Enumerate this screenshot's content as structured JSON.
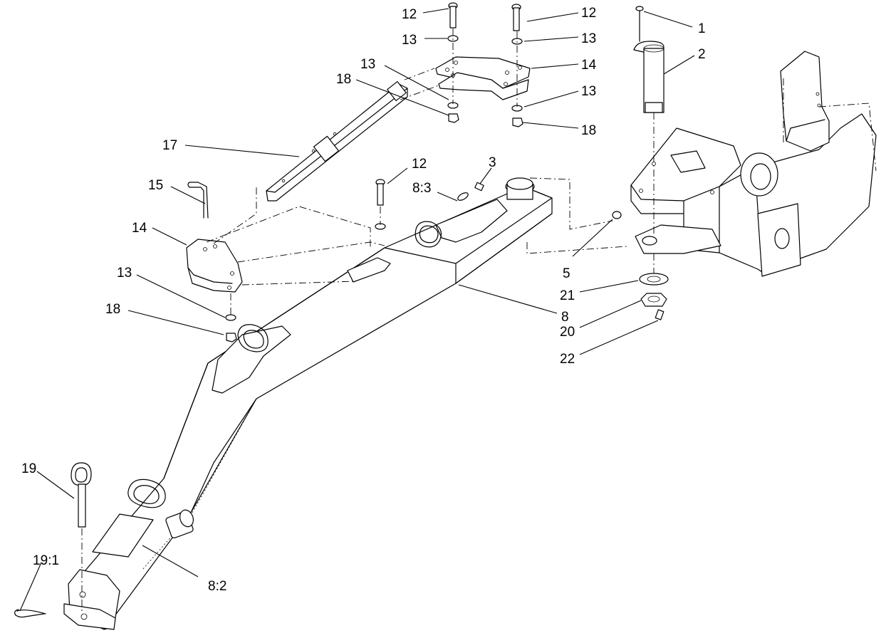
{
  "diagram": {
    "callouts": [
      {
        "id": "c-12-a",
        "label": "12"
      },
      {
        "id": "c-13-a",
        "label": "13"
      },
      {
        "id": "c-12-b",
        "label": "12"
      },
      {
        "id": "c-13-b",
        "label": "13"
      },
      {
        "id": "c-14-a",
        "label": "14"
      },
      {
        "id": "c-13-c",
        "label": "13"
      },
      {
        "id": "c-18-a",
        "label": "18"
      },
      {
        "id": "c-13-d",
        "label": "13"
      },
      {
        "id": "c-18-b",
        "label": "18"
      },
      {
        "id": "c-1",
        "label": "1"
      },
      {
        "id": "c-2",
        "label": "2"
      },
      {
        "id": "c-17",
        "label": "17"
      },
      {
        "id": "c-12-c",
        "label": "12"
      },
      {
        "id": "c-3",
        "label": "3"
      },
      {
        "id": "c-8-3",
        "label": "8:3"
      },
      {
        "id": "c-15",
        "label": "15"
      },
      {
        "id": "c-14-b",
        "label": "14"
      },
      {
        "id": "c-5",
        "label": "5"
      },
      {
        "id": "c-13-e",
        "label": "13"
      },
      {
        "id": "c-21",
        "label": "21"
      },
      {
        "id": "c-18-c",
        "label": "18"
      },
      {
        "id": "c-8",
        "label": "8"
      },
      {
        "id": "c-20",
        "label": "20"
      },
      {
        "id": "c-22",
        "label": "22"
      },
      {
        "id": "c-19",
        "label": "19"
      },
      {
        "id": "c-19-1",
        "label": "19:1"
      },
      {
        "id": "c-8-2",
        "label": "8:2"
      }
    ]
  }
}
